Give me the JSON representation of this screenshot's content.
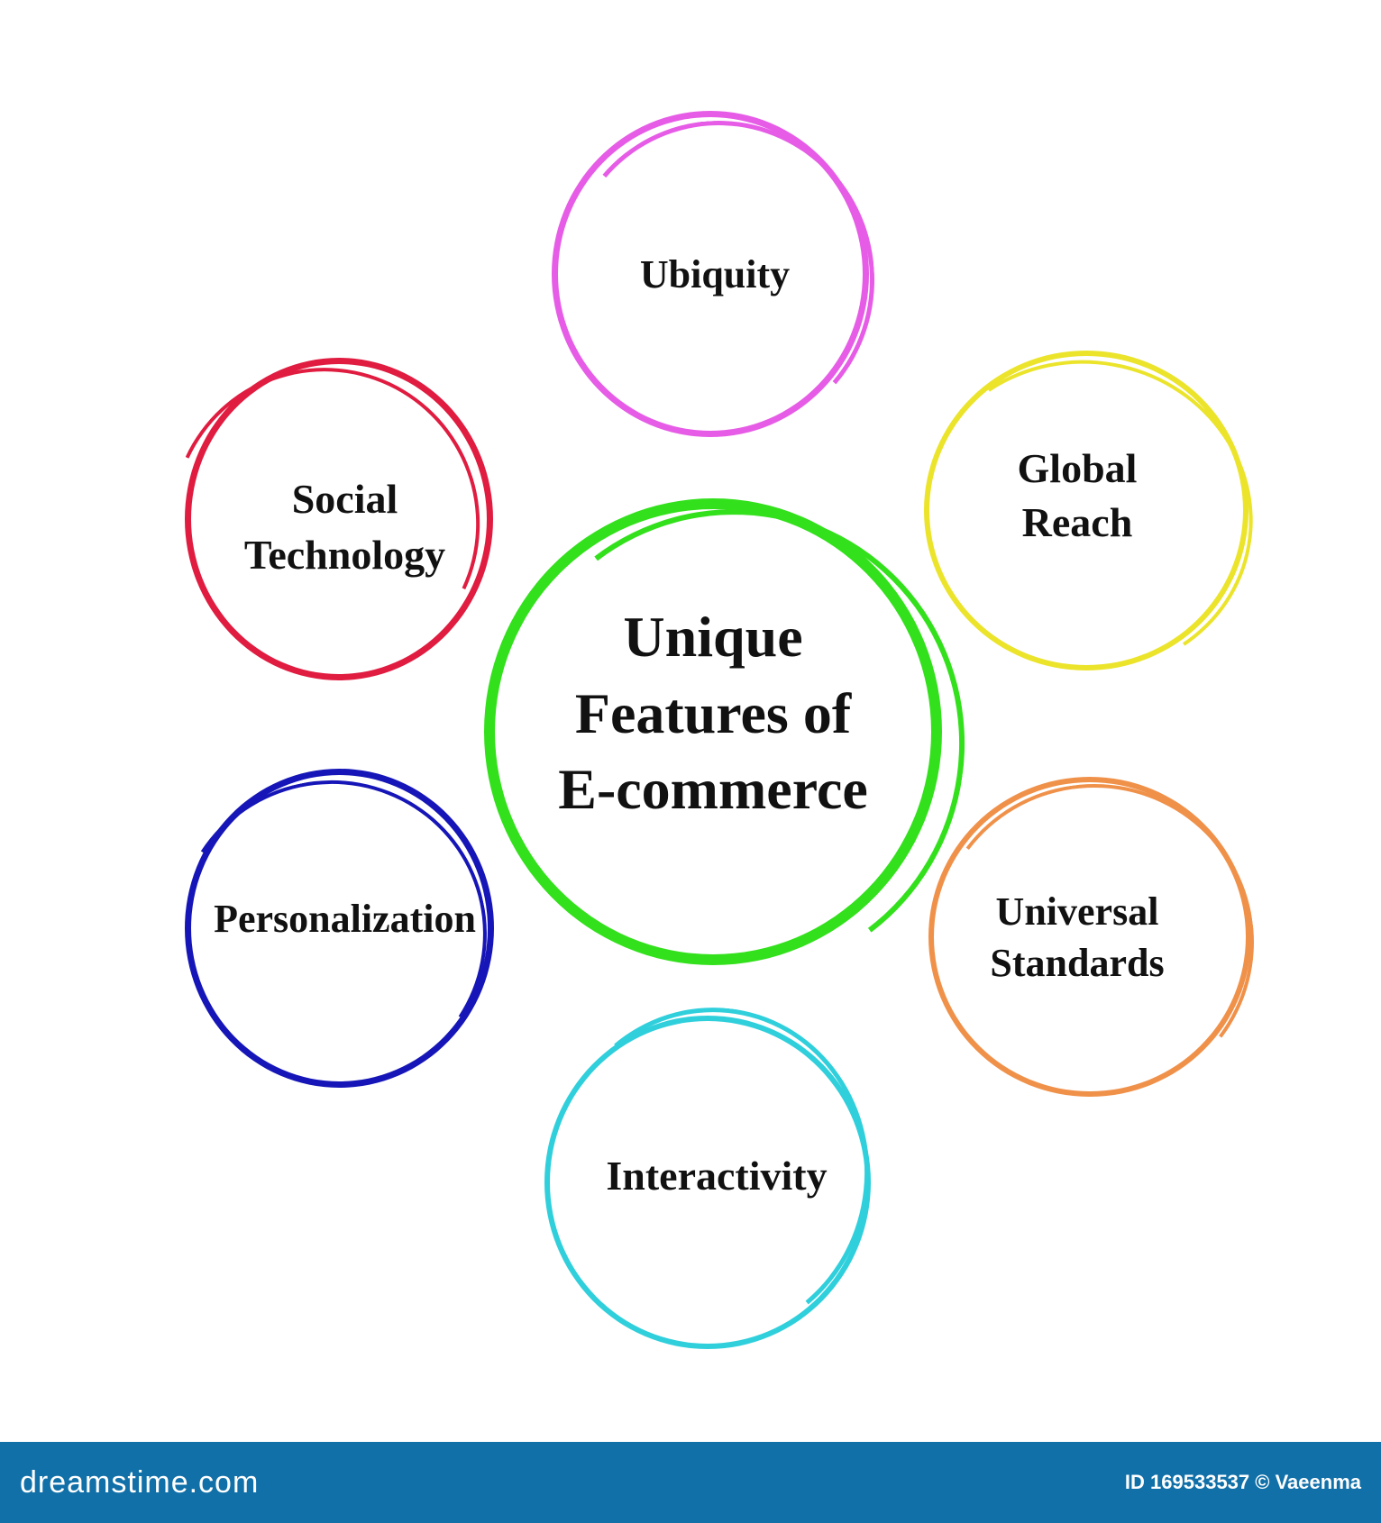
{
  "diagram": {
    "center": {
      "lines": [
        "Unique",
        "Features of",
        "E-commerce"
      ],
      "color": "#33e01c"
    },
    "nodes": [
      {
        "id": "ubiquity",
        "lines": [
          "Ubiquity"
        ],
        "color": "#e65ce6"
      },
      {
        "id": "global-reach",
        "lines": [
          "Global",
          "Reach"
        ],
        "color": "#ebe42b"
      },
      {
        "id": "universal-standards",
        "lines": [
          "Universal",
          "Standards"
        ],
        "color": "#f0914a"
      },
      {
        "id": "interactivity",
        "lines": [
          "Interactivity"
        ],
        "color": "#2fcfdc"
      },
      {
        "id": "personalization",
        "lines": [
          "Personalization"
        ],
        "color": "#1616b8"
      },
      {
        "id": "social-technology",
        "lines": [
          "Social",
          "Technology"
        ],
        "color": "#e01c40"
      }
    ]
  },
  "footer": {
    "logo": "dreamstime.com",
    "credit": "ID 169533537 © Vaeenma"
  }
}
